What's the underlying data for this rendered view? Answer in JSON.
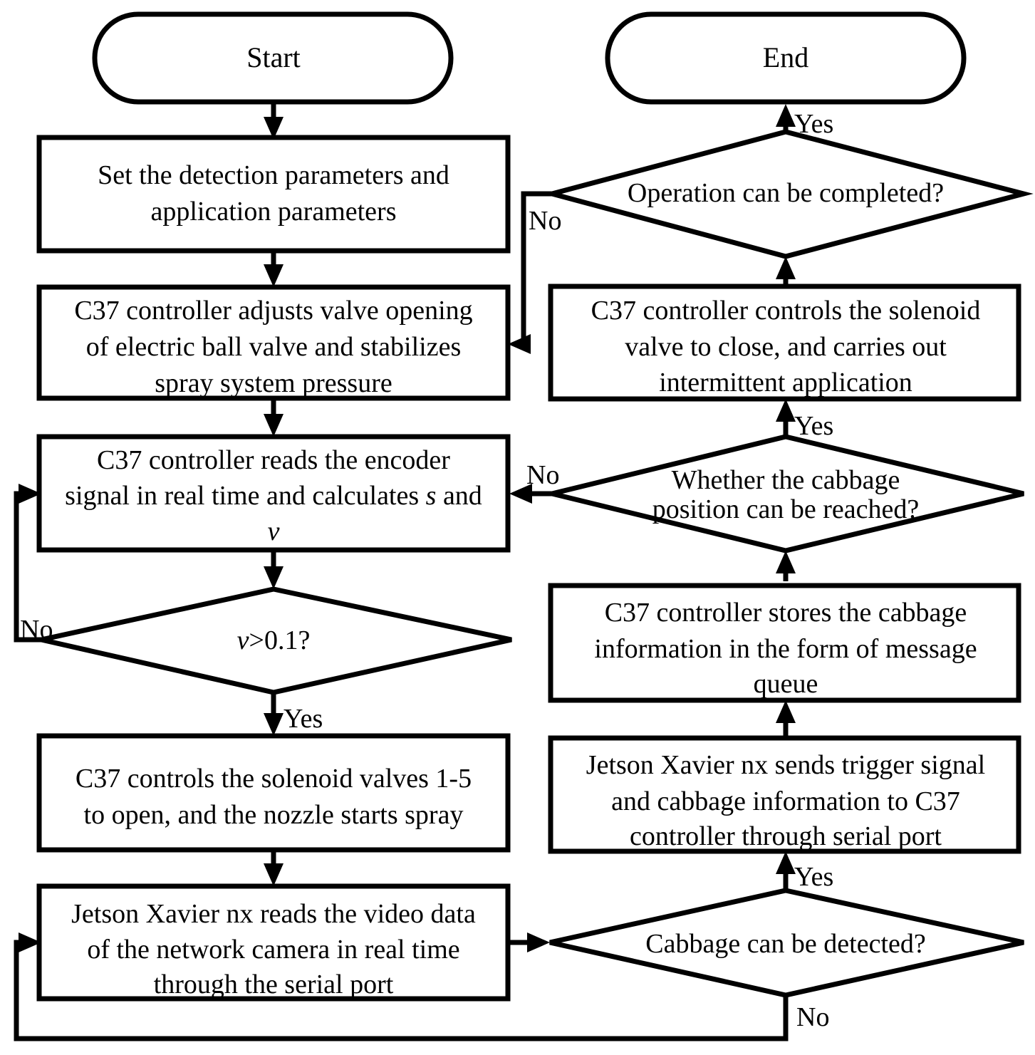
{
  "diagram": {
    "title": "Cabbage targeted spraying control flowchart",
    "type": "flowchart",
    "background_color": "#ffffff",
    "line_color": "#000000",
    "nodes": [
      {
        "id": "start",
        "shape": "terminator",
        "label": "Start",
        "lines": [
          "Start"
        ]
      },
      {
        "id": "end",
        "shape": "terminator",
        "label": "End",
        "lines": [
          "End"
        ]
      },
      {
        "id": "set-params",
        "shape": "process",
        "label": "Set the detection parameters and application parameters",
        "lines": [
          "Set the detection parameters and",
          "application parameters"
        ]
      },
      {
        "id": "adjust-valve",
        "shape": "process",
        "label": "C37 controller adjusts valve opening of electric ball valve and stabilizes spray system pressure",
        "lines": [
          "C37 controller adjusts valve opening",
          "of electric ball valve and stabilizes",
          "spray system pressure"
        ]
      },
      {
        "id": "read-encoder",
        "shape": "process",
        "label": "C37 controller reads the encoder signal in real time and calculates s and v",
        "lines": [
          "C37 controller reads the encoder",
          "signal in real time and calculates s and",
          "v"
        ]
      },
      {
        "id": "speed-check",
        "shape": "decision",
        "label": "v>0.1?",
        "lines": [
          "v>0.1?"
        ]
      },
      {
        "id": "open-valves",
        "shape": "process",
        "label": "C37 controls the solenoid valves 1-5 to open, and the nozzle starts spray",
        "lines": [
          "C37 controls the solenoid valves 1-5",
          "to open, and the nozzle starts spray"
        ]
      },
      {
        "id": "read-video",
        "shape": "process",
        "label": "Jetson Xavier nx reads the video data of the network camera in real time through the serial port",
        "lines": [
          "Jetson Xavier nx reads the video data",
          "of the network camera in real time",
          "through the serial port"
        ]
      },
      {
        "id": "cabbage-detect",
        "shape": "decision",
        "label": "Cabbage can be detected?",
        "lines": [
          "Cabbage can be detected?"
        ]
      },
      {
        "id": "send-trigger",
        "shape": "process",
        "label": "Jetson Xavier nx sends trigger signal and cabbage information to C37 controller through serial port",
        "lines": [
          "Jetson Xavier nx sends trigger signal",
          "and cabbage information to C37",
          "controller through serial port"
        ]
      },
      {
        "id": "store-info",
        "shape": "process",
        "label": "C37 controller stores the cabbage information in the form of message queue",
        "lines": [
          "C37 controller stores the cabbage",
          "information in the form of message",
          "queue"
        ]
      },
      {
        "id": "position-reached",
        "shape": "decision",
        "label": "Whether the cabbage position can be reached?",
        "lines": [
          "Whether the cabbage",
          "position can be reached?"
        ]
      },
      {
        "id": "close-valve",
        "shape": "process",
        "label": "C37 controller controls the solenoid valve to close, and carries out intermittent application",
        "lines": [
          "C37 controller controls the solenoid",
          "valve to close, and carries out",
          "intermittent application"
        ]
      },
      {
        "id": "operation-complete",
        "shape": "decision",
        "label": "Operation can be completed?",
        "lines": [
          "Operation can be completed?"
        ]
      }
    ],
    "edge_labels": {
      "speed_no": "No",
      "speed_yes": "Yes",
      "detect_yes": "Yes",
      "detect_no": "No",
      "position_no": "No",
      "position_yes": "Yes",
      "operation_no": "No",
      "operation_yes": "Yes"
    },
    "edges": [
      {
        "from": "start",
        "to": "set-params",
        "label": ""
      },
      {
        "from": "set-params",
        "to": "adjust-valve",
        "label": ""
      },
      {
        "from": "adjust-valve",
        "to": "read-encoder",
        "label": ""
      },
      {
        "from": "read-encoder",
        "to": "speed-check",
        "label": ""
      },
      {
        "from": "speed-check",
        "to": "read-encoder",
        "label": "No"
      },
      {
        "from": "speed-check",
        "to": "open-valves",
        "label": "Yes"
      },
      {
        "from": "open-valves",
        "to": "read-video",
        "label": ""
      },
      {
        "from": "read-video",
        "to": "cabbage-detect",
        "label": ""
      },
      {
        "from": "cabbage-detect",
        "to": "send-trigger",
        "label": "Yes"
      },
      {
        "from": "cabbage-detect",
        "to": "read-video",
        "label": "No"
      },
      {
        "from": "send-trigger",
        "to": "store-info",
        "label": ""
      },
      {
        "from": "store-info",
        "to": "position-reached",
        "label": ""
      },
      {
        "from": "position-reached",
        "to": "close-valve",
        "label": "Yes"
      },
      {
        "from": "position-reached",
        "to": "read-encoder",
        "label": "No"
      },
      {
        "from": "close-valve",
        "to": "operation-complete",
        "label": ""
      },
      {
        "from": "operation-complete",
        "to": "end",
        "label": "Yes"
      },
      {
        "from": "operation-complete",
        "to": "adjust-valve",
        "label": "No"
      }
    ]
  }
}
